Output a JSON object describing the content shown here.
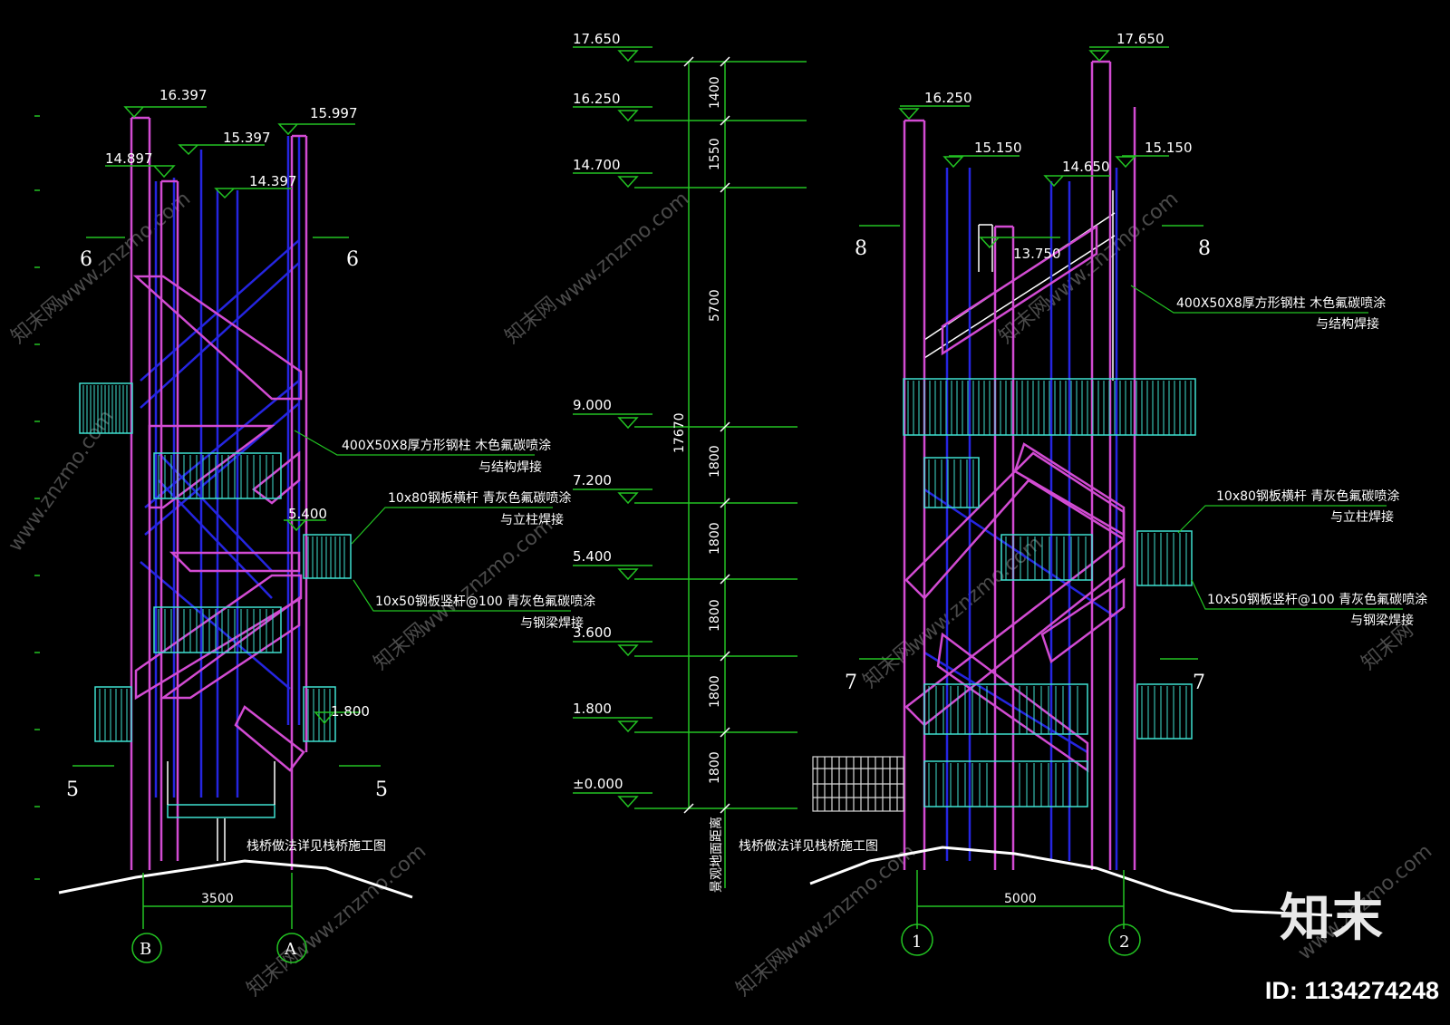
{
  "colors": {
    "column": "#d24bd2",
    "brace": "#2525e0",
    "rail": "#3fe0d0",
    "dimension": "#22c322",
    "text": "#ffffff",
    "ground": "#ffffff",
    "watermark": "#4a4a4a"
  },
  "left_elevation": {
    "levels": [
      "16.397",
      "14.897",
      "15.397",
      "15.997",
      "14.397",
      "5.400",
      "1.800"
    ],
    "section_marks": [
      "6",
      "6",
      "5",
      "5"
    ],
    "notes": [
      {
        "line1": "400X50X8厚方形钢柱  木色氟碳喷涂",
        "line2": "与结构焊接"
      },
      {
        "line1": "10x80钢板横杆  青灰色氟碳喷涂",
        "line2": "与立柱焊接"
      },
      {
        "line1": "10x50钢板竖杆@100  青灰色氟碳喷涂",
        "line2": "与钢梁焊接"
      }
    ],
    "bridge_note": "栈桥做法详见栈桥施工图",
    "span": "3500",
    "axes": [
      "B",
      "A"
    ]
  },
  "center_scale": {
    "levels": [
      "17.650",
      "16.250",
      "14.700",
      "9.000",
      "7.200",
      "5.400",
      "3.600",
      "1.800",
      "±0.000"
    ],
    "segments": [
      "1400",
      "1550",
      "5700",
      "1800",
      "1800",
      "1800",
      "1800",
      "1800"
    ],
    "total": "17670",
    "ground_label": "景观地面距离"
  },
  "right_elevation": {
    "levels": [
      "17.650",
      "16.250",
      "15.150",
      "14.650",
      "15.150",
      "13.750"
    ],
    "section_marks": [
      "8",
      "8",
      "7",
      "7"
    ],
    "notes": [
      {
        "line1": "400X50X8厚方形钢柱  木色氟碳喷涂",
        "line2": "与结构焊接"
      },
      {
        "line1": "10x80钢板横杆  青灰色氟碳喷涂",
        "line2": "与立柱焊接"
      },
      {
        "line1": "10x50钢板竖杆@100  青灰色氟碳喷涂",
        "line2": "与钢梁焊接"
      }
    ],
    "bridge_note": "栈桥做法详见栈桥施工图",
    "span": "5000",
    "axes": [
      "1",
      "2"
    ]
  },
  "watermark": {
    "site": "www.znzmo.com",
    "brand_cn": "知末网",
    "logo": "知末",
    "image_id": "ID: 1134274248"
  }
}
